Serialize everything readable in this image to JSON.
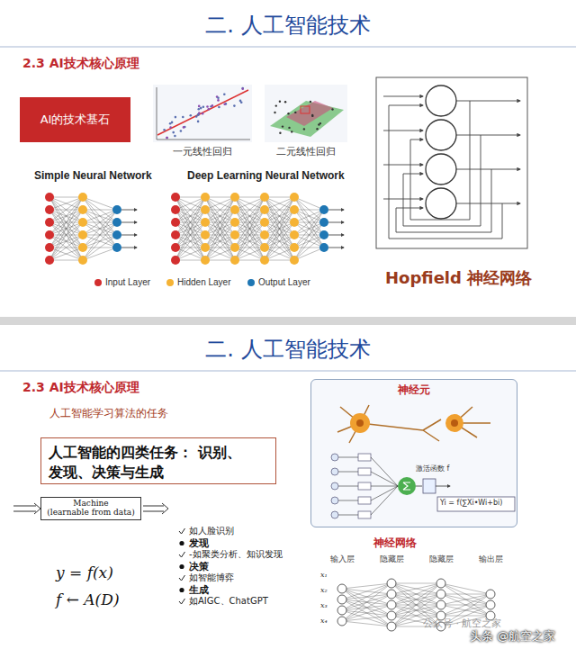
{
  "diagram": {
    "title": "二. 人工智能技术",
    "nodes": [
      {
        "text": [
          "AI的技术基石"
        ]
      },
      {
        "text": [
          "人工智能的四类任务： 识别、发现、决策与生成"
        ]
      },
      {
        "text": [
          "Machine",
          "(learnable from data)"
        ]
      },
      {
        "text": [
          "神经元"
        ]
      }
    ],
    "labels": [
      "2.3 AI技术核心原理",
      "一元线性回归",
      "二元线性回归",
      "Simple Neural Network",
      "Deep Learning Neural Network",
      "Hopfield 神经网络",
      "二. 人工智能技术",
      "2.3 AI技术核心原理",
      "人工智能学习算法的任务",
      "y = f(x)",
      "f ← A(D)",
      "如人脸识别",
      "发现",
      "-如聚类分析、知识发现",
      "决策",
      "如智能博弈",
      "生成",
      "如AIGC、ChatGPT",
      "神经网络",
      "输入层",
      "隐藏层",
      "隐藏层",
      "输出层",
      "公众号 · 航空之家",
      "头条 @航空之家",
      "激活函数 f",
      "Yi = f(∑Xi•Wi+bi)",
      "x₁",
      "x₂",
      "x₃",
      "x₄"
    ],
    "legend": [
      {
        "text": "Input Layer",
        "color": "#d32f2f"
      },
      {
        "text": "Hidden Layer",
        "color": "#f5b335"
      },
      {
        "text": "Output Layer",
        "color": "#1f77b4"
      }
    ]
  }
}
